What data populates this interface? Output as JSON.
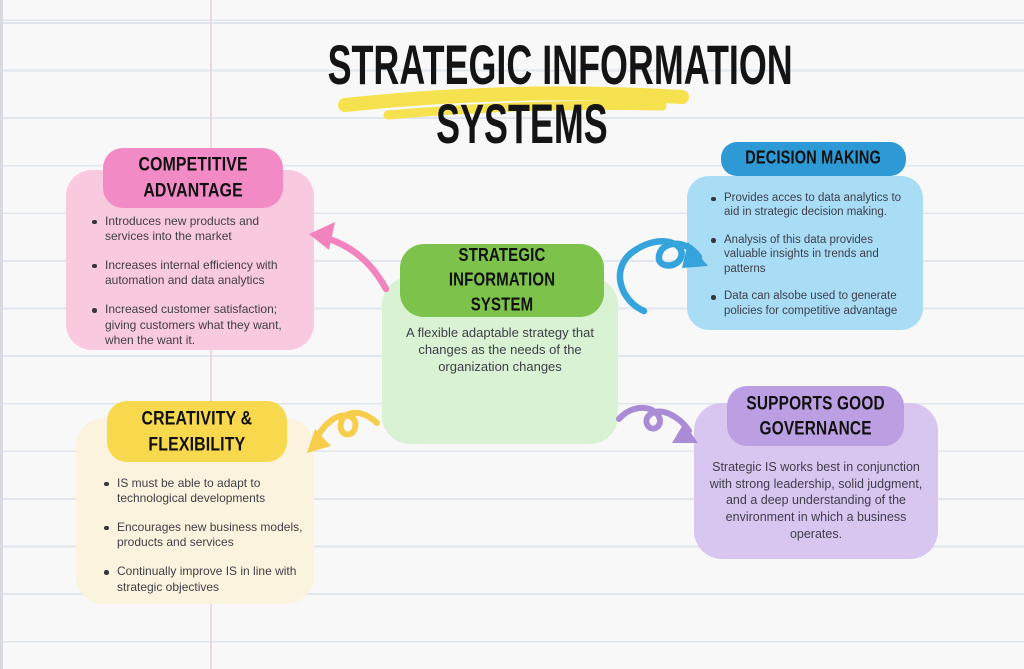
{
  "title": {
    "line1": "STRATEGIC INFORMATION",
    "line2": "SYSTEMS"
  },
  "center": {
    "heading_line1": "STRATEGIC INFORMATION",
    "heading_line2": "SYSTEM",
    "body": "A flexible adaptable strategy that changes as the needs of the organization changes"
  },
  "nodes": {
    "competitive_advantage": {
      "heading_line1": "COMPETITIVE",
      "heading_line2": "ADVANTAGE",
      "bullets": [
        "Introduces new products and services into the market",
        "Increases internal efficiency with automation and data analytics",
        "Increased customer satisfaction; giving customers what they want, when the want it."
      ]
    },
    "decision_making": {
      "heading": "DECISION MAKING",
      "bullets": [
        "Provides acces to data analytics to aid in strategic decision making.",
        "Analysis of this data provides valuable insights in trends and patterns",
        "Data can alsobe used to generate policies for competitive advantage"
      ]
    },
    "creativity_flexibility": {
      "heading_line1": "CREATIVITY &",
      "heading_line2": "FLEXIBILITY",
      "bullets": [
        "IS must be able to adapt to technological developments",
        "Encourages new business models, products and services",
        "Continually improve IS in line with strategic objectives"
      ]
    },
    "supports_good_governance": {
      "heading_line1": "SUPPORTS GOOD",
      "heading_line2": "GOVERNANCE",
      "body": "Strategic IS works best in conjunction with strong leadership, solid judgment, and a deep understanding of the environment in which a business operates."
    }
  },
  "colors": {
    "background": "#F8F8F9",
    "ruled_line": "#E1E6EE",
    "margin_line": "#EDD9DD",
    "title_text": "#141414",
    "body_text": "#3E3E48",
    "highlight_yellow": "#F6E14E",
    "pink_header": "#F28BC5",
    "pink_body": "#F9C9E0",
    "blue_header": "#2E9AD5",
    "blue_body": "#A9DDF6",
    "green_header": "#7DC24B",
    "green_body": "#D9F2D3",
    "yellow_header": "#F8D94E",
    "cream_body": "#FCF3DE",
    "purple_header": "#BC9FE3",
    "purple_body": "#D8C6F1",
    "arrow_pink": "#F283BE",
    "arrow_blue": "#35A3DC",
    "arrow_yellow": "#F6CE4B",
    "arrow_purple": "#A98BD6"
  }
}
